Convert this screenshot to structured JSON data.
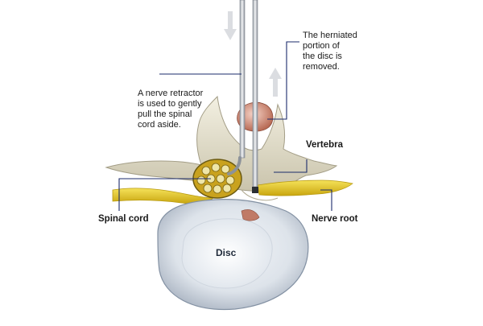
{
  "diagram": {
    "labels": {
      "herniated": "The herniated\nportion of\nthe disc is\nremoved.",
      "retractor": "A nerve retractor\nis used to gently\npull the spinal\ncord aside.",
      "vertebra": "Vertebra",
      "spinal_cord": "Spinal cord",
      "nerve_root": "Nerve root",
      "disc": "Disc"
    },
    "icons": [
      "down-arrow",
      "up-arrow"
    ],
    "colors": {
      "bone": "#e6e1cf",
      "disc_rim": "#b9c4d2",
      "disc_core": "#eef1f5",
      "nerve": "#e7c81a",
      "cord_fill": "#c9a21e",
      "herniation": "#d98f78",
      "leader_lines": "#1b2b6b",
      "instrument": "#c8ccd2"
    }
  }
}
